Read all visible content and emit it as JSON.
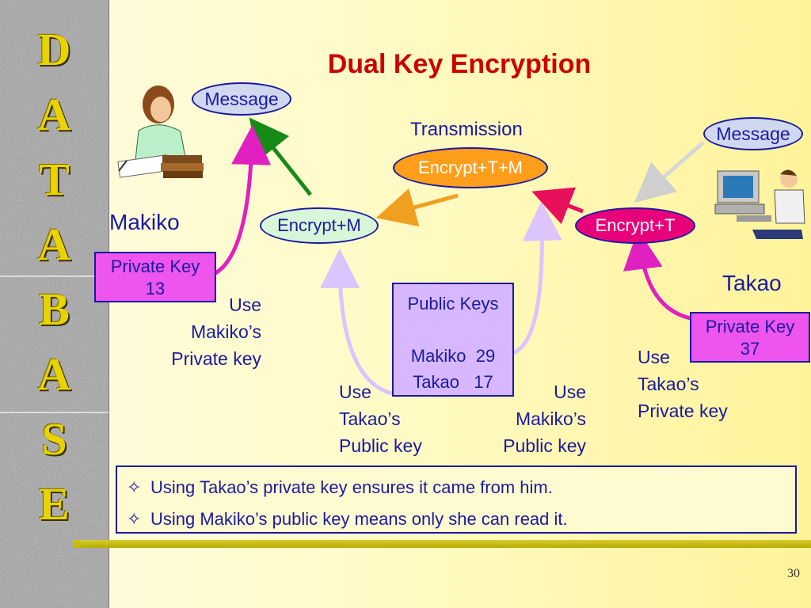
{
  "sidebar": {
    "letters": [
      "D",
      "A",
      "T",
      "A",
      "B",
      "A",
      "S",
      "E"
    ]
  },
  "slide": {
    "title": "Dual Key Encryption",
    "page_number": "30"
  },
  "diagram": {
    "makiko_label": "Makiko",
    "takao_label": "Takao",
    "message_left": "Message",
    "message_right": "Message",
    "transmission_label": "Transmission",
    "encrypt_tm": "Encrypt+T+M",
    "encrypt_m": "Encrypt+M",
    "encrypt_t": "Encrypt+T",
    "makiko_private_key": {
      "label": "Private Key",
      "value": "13"
    },
    "takao_private_key": {
      "label": "Private Key",
      "value": "37"
    },
    "public_keys": {
      "title": "Public Keys",
      "rows": [
        {
          "name": "Makiko",
          "value": "29"
        },
        {
          "name": "Takao",
          "value": "17"
        }
      ]
    },
    "annotations": {
      "use_makiko_private": [
        "Use",
        "Makiko’s",
        "Private key"
      ],
      "use_takao_public": [
        "Use",
        "Takao’s",
        "Public key"
      ],
      "use_makiko_public": [
        "Use",
        "Makiko’s",
        "Public key"
      ],
      "use_takao_private": [
        "Use",
        "Takao’s",
        "Private key"
      ]
    }
  },
  "notes": [
    "Using Takao’s private key ensures it came from him.",
    "Using Makiko’s public key means only she can read it."
  ],
  "colors": {
    "title": "#cc0000",
    "text": "#1a1aa0",
    "encrypt_tm_fill": "#ff9e1a",
    "encrypt_t_fill": "#e8007a",
    "encrypt_m_fill": "#d8f6d8",
    "message_fill": "#d0d8f0",
    "private_key_fill": "#ee55ee",
    "public_keys_fill": "#d7b8ff"
  }
}
